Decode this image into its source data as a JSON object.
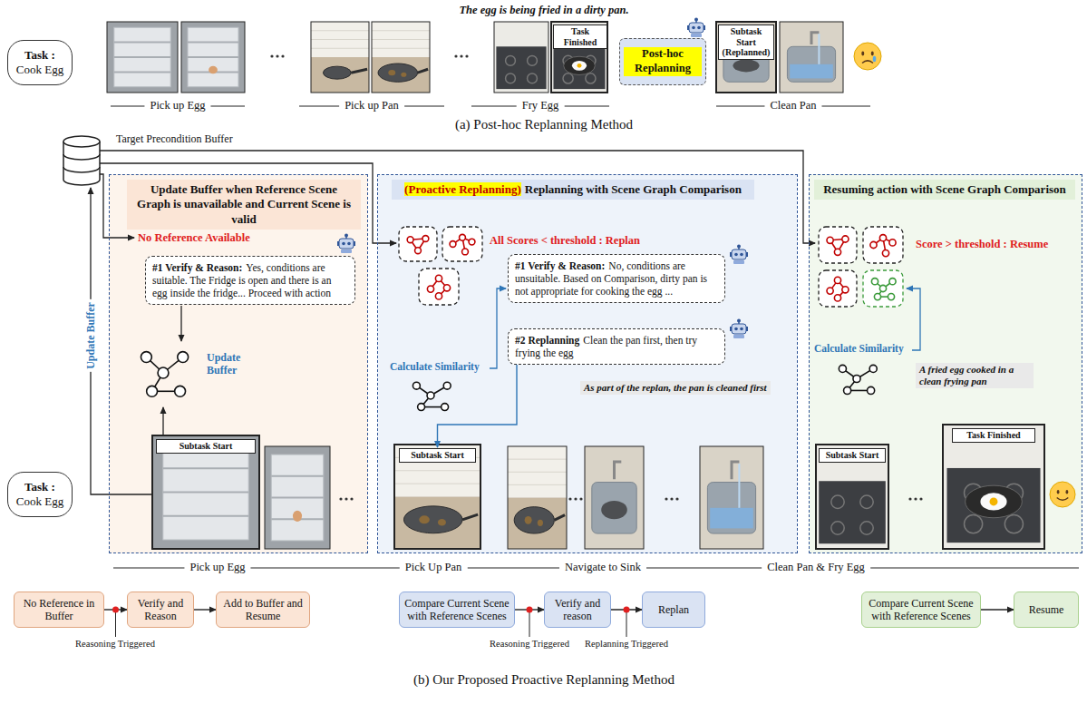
{
  "diagram": {
    "nodes": [
      {
        "text": [
          "Task :",
          "Cook Egg"
        ]
      },
      {
        "text": [
          "Post-hoc Replanning"
        ]
      },
      {
        "text": [
          "Task Finished"
        ]
      },
      {
        "text": [
          "Subtask Start (Replanned)"
        ]
      },
      {
        "text": [
          "Update Buffer when Reference Scene Graph is unavailable and Current Scene is valid"
        ]
      },
      {
        "text": [
          "#1 Verify & Reason:",
          "Yes, conditions are suitable. The Fridge is open and there is an egg inside the fridge... Proceed with action"
        ],
        "in": 4
      },
      {
        "text": [
          "Subtask Start"
        ],
        "in": 4
      },
      {
        "text": [
          "(Proactive Replanning)",
          "Replanning with Scene Graph Comparison"
        ]
      },
      {
        "text": [
          "#1 Verify & Reason:",
          "No, conditions are unsuitable. Based on Comparison, dirty pan is not appropriate for cooking the egg ..."
        ],
        "in": 7
      },
      {
        "text": [
          "#2 Replanning",
          "Clean the pan first, then try frying the egg"
        ],
        "in": 7
      },
      {
        "text": [
          "Subtask Start"
        ],
        "in": 7
      },
      {
        "text": [
          "Resuming action with Scene Graph Comparison"
        ]
      },
      {
        "text": [
          "Subtask Start"
        ],
        "in": 11
      },
      {
        "text": [
          "Task Finished"
        ],
        "in": 11
      },
      {
        "text": [
          "Task :",
          "Cook Egg"
        ]
      },
      {
        "text": [
          "No Reference in Buffer"
        ]
      },
      {
        "text": [
          "Verify and Reason"
        ]
      },
      {
        "text": [
          "Add to Buffer and Resume"
        ]
      },
      {
        "text": [
          "Compare Current Scene with Reference Scenes"
        ]
      },
      {
        "text": [
          "Verify and reason"
        ]
      },
      {
        "text": [
          "Replan"
        ]
      },
      {
        "text": [
          "Compare Current Scene with Reference Scenes"
        ]
      },
      {
        "text": [
          "Resume"
        ]
      }
    ],
    "edges": [
      {
        "from": 15,
        "to": 16,
        "arrow": "to"
      },
      {
        "from": 16,
        "to": 17,
        "arrow": "to"
      },
      {
        "from": 18,
        "to": 19,
        "arrow": "to"
      },
      {
        "from": 19,
        "to": 20,
        "arrow": "to"
      },
      {
        "from": 21,
        "to": 22,
        "arrow": "to"
      },
      {
        "from": 9,
        "to": 10,
        "arrow": "to"
      }
    ],
    "labels": [
      "The egg is being fried in a dirty pan.",
      "Pick up Egg",
      "Pick up Pan",
      "Fry Egg",
      "Clean Pan",
      "(a) Post-hoc Replanning Method",
      "Target Precondition Buffer",
      "Update Buffer",
      "No Reference Available",
      "Update Buffer",
      "All Scores < threshold : Replan",
      "Calculate Similarity",
      "As part of the replan, the pan is cleaned first",
      "Score > threshold : Resume",
      "Calculate Similarity",
      "A fried egg cooked in a clean frying pan",
      "Pick up Egg",
      "Pick Up Pan",
      "Navigate to Sink",
      "Clean Pan & Fry Egg",
      "Reasoning Triggered",
      "Reasoning Triggered",
      "Replanning Triggered",
      "(b) Our Proposed Proactive Replanning Method"
    ]
  }
}
